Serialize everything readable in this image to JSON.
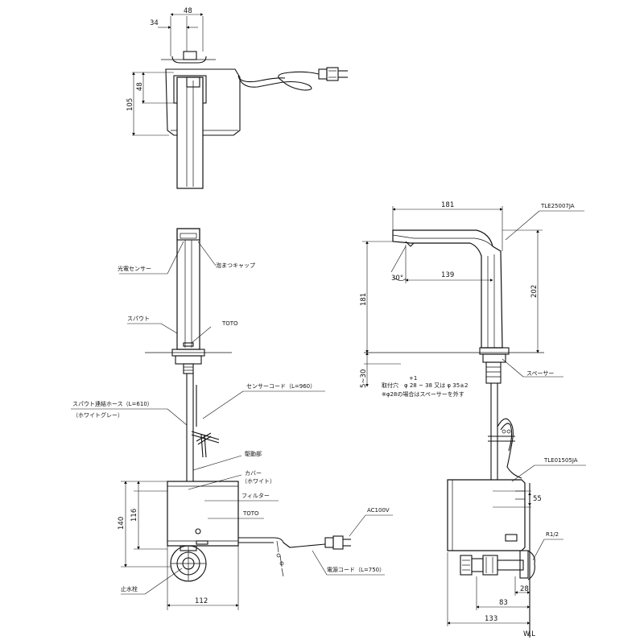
{
  "dimensions": {
    "top_34": "34",
    "top_48w": "48",
    "top_48h": "48",
    "top_105": "105",
    "front_140": "140",
    "front_116": "116",
    "front_112": "112",
    "side_181w": "181",
    "side_181h": "181",
    "side_139": "139",
    "side_202": "202",
    "side_30deg": "30°",
    "side_5_30": "5~30",
    "side_55": "55",
    "side_28": "28",
    "side_83": "83",
    "side_133": "133"
  },
  "labels": {
    "photo_sensor": "光電センサー",
    "anti_drip_cap": "泡まつキャップ",
    "spout": "スパウト",
    "toto_upper": "TOTO",
    "sensor_cord": "センサーコード（L=960）",
    "spout_hose": "スパウト連結ホース（L=610）",
    "white_grey": "（ホワイトグレー）",
    "drive_unit": "駆動部",
    "cover": "カバー",
    "cover_white": "（ホワイト）",
    "filter": "フィルター",
    "toto_lower": "TOTO",
    "ac100v": "AC100V",
    "power_cord": "電源コード（L=750）",
    "stop_valve": "止水栓",
    "model_faucet": "TLE25007JA",
    "model_valve": "TLE01505JA",
    "spacer": "スペーサー",
    "mount_hole": "取付穴　φ 28 ~ 38 又は φ 35±2",
    "mount_hole_tol": "+1",
    "mount_note": "※φ28の場合はスペーサーを外す",
    "r_half": "R1/2",
    "wl": "W.L"
  }
}
